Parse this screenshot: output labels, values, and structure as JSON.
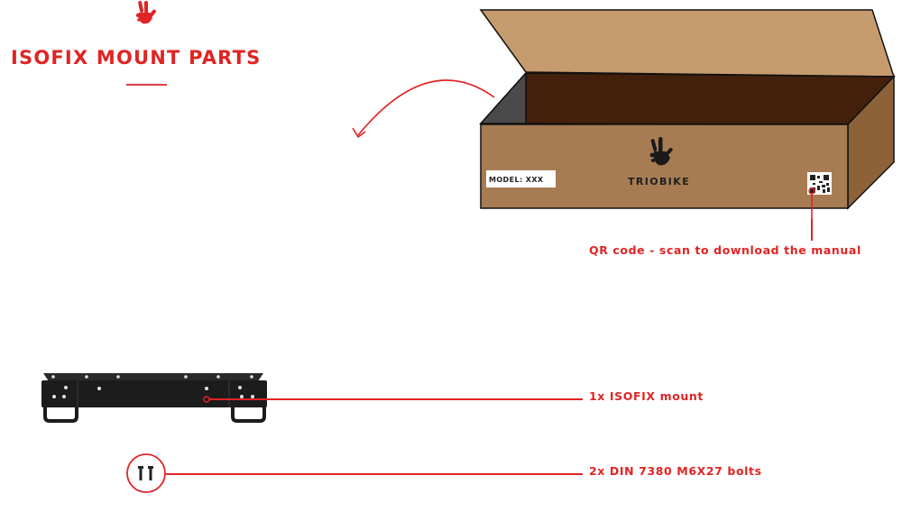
{
  "header": {
    "logo_icon": "triobike-hand-icon",
    "title": "ISOFIX MOUNT PARTS"
  },
  "box": {
    "model_label": "MODEL: XXX",
    "brand": "TRIOBIKE",
    "logo_icon": "triobike-hand-icon",
    "qr_icon": "qr-code-icon",
    "colors": {
      "lid": "#c69b6d",
      "front": "#a77c53",
      "side": "#8d6239",
      "inside": "#42200c",
      "inner_left": "#4a4a4a"
    }
  },
  "callouts": [
    {
      "id": "qr",
      "text": "QR code - scan to download the manual"
    },
    {
      "id": "mount",
      "text": "1x ISOFIX mount"
    },
    {
      "id": "bolts",
      "text": "2x DIN 7380 M6X27 bolts"
    }
  ],
  "accent_color": "#e02424"
}
